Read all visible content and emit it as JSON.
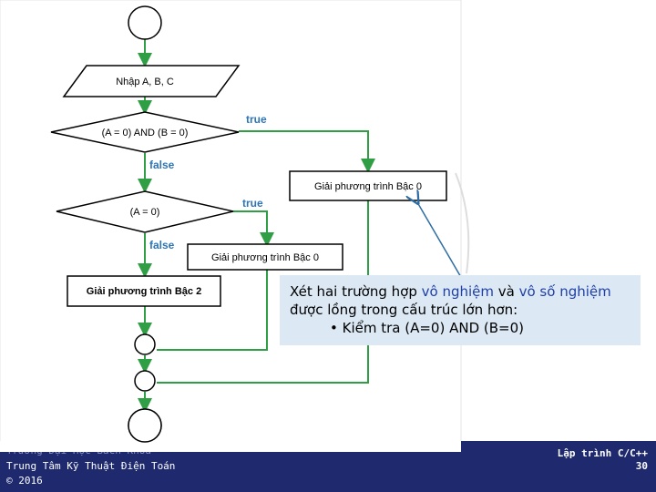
{
  "flowchart": {
    "input_label": "Nhập A, B, C",
    "condition1": "(A = 0) AND (B = 0)",
    "condition2": "(A = 0)",
    "true_label": "true",
    "false_label": "false",
    "box_deg0_a": "Giải phương trình Bậc 0",
    "box_deg0_b": "Giải phương trình Bậc 0",
    "box_deg2": "Giải phương trình Bậc 2"
  },
  "callout": {
    "line1_prefix": "Xét hai trường hợp ",
    "line1_hl1": "vô nghiệm",
    "line1_mid": " và ",
    "line1_hl2": "vô số nghiệm",
    "line2": "được lồng trong cấu trúc lớn hơn:",
    "bullet": "•  Kiểm tra (A=0) AND (B=0)"
  },
  "footer": {
    "org_line1": "Trường Đại Học Bách Khoa",
    "org_line2": "Trung Tâm Kỹ Thuật Điện Toán",
    "copyright": "© 2016",
    "course": "Lập trình C/C++",
    "page": "30"
  },
  "colors": {
    "arrow": "#2f9e44",
    "true_text": "#2e75b6",
    "footer_bg": "#1f2a6e",
    "callout_bg": "#dce9f5",
    "pointer": "#2e6da4"
  }
}
